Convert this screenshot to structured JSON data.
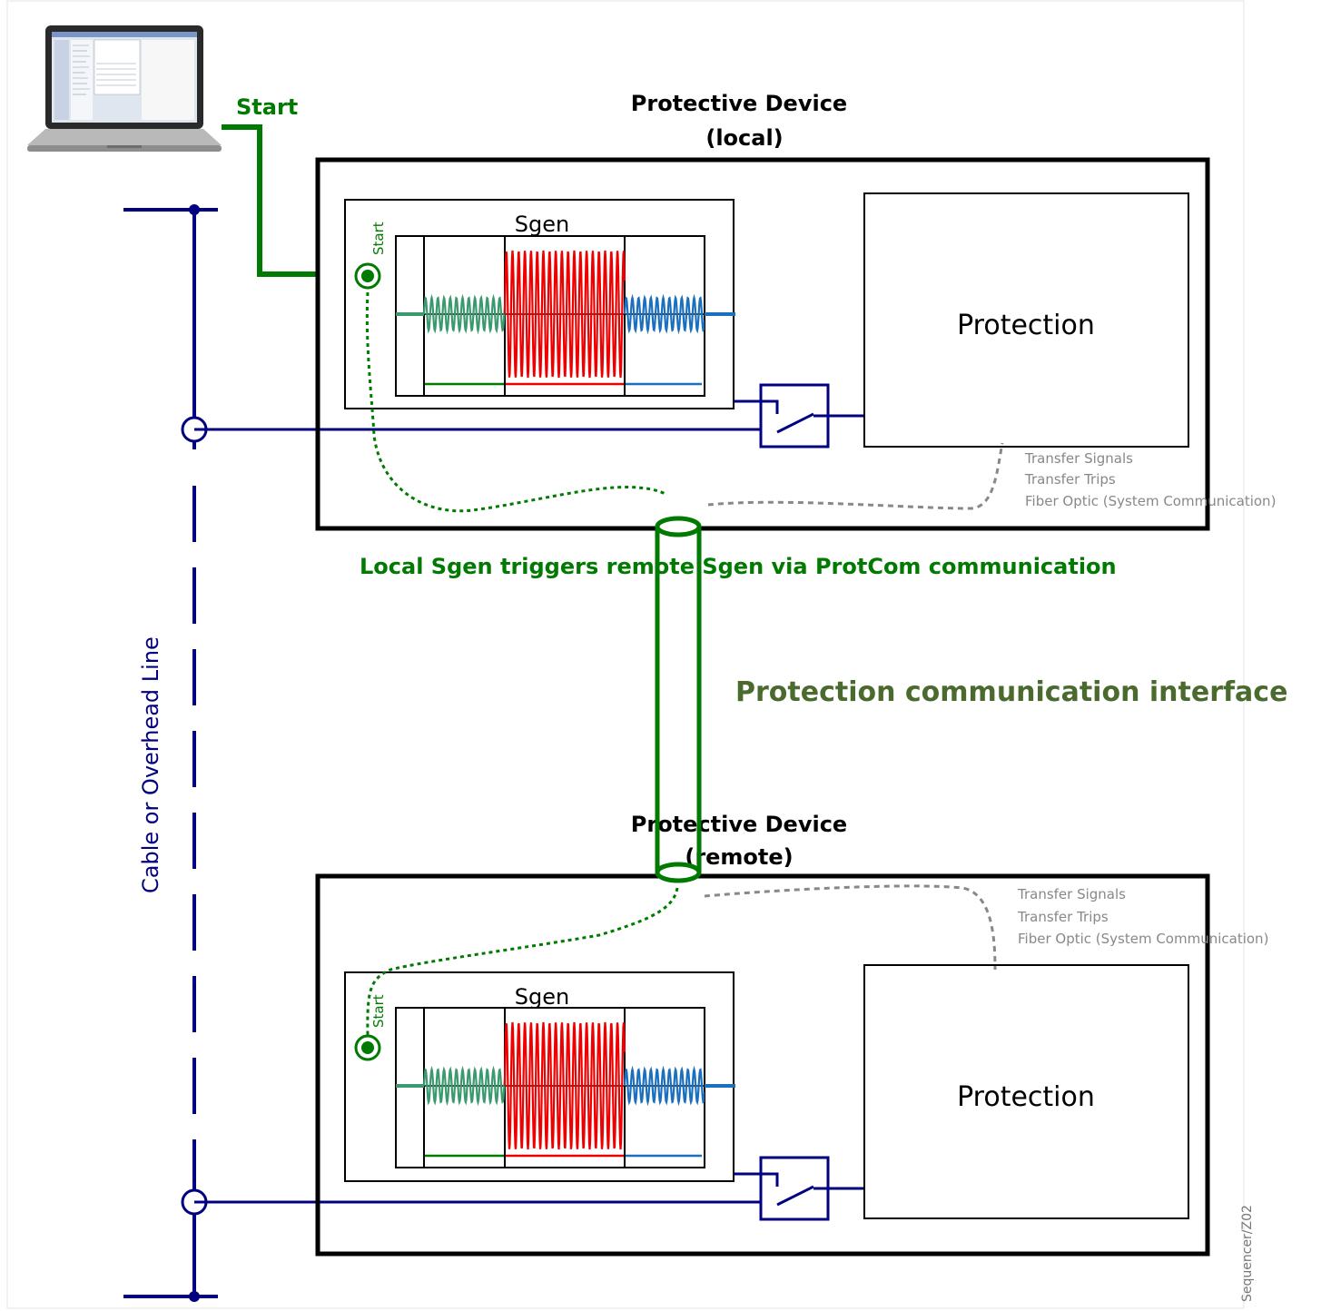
{
  "laptop": {
    "start_label": "Start"
  },
  "local_device": {
    "title_line1": "Protective Device",
    "title_line2": "(local)",
    "sgen_label": "Sgen",
    "start_label": "Start",
    "protection_label": "Protection",
    "transfer": [
      "Transfer Signals",
      "Transfer Trips",
      "Fiber Optic (System Communication)"
    ]
  },
  "remote_device": {
    "title_line1": "Protective Device",
    "title_line2": "(remote)",
    "sgen_label": "Sgen",
    "start_label": "Start",
    "protection_label": "Protection",
    "transfer": [
      "Transfer Signals",
      "Transfer Trips",
      "Fiber Optic (System Communication)"
    ]
  },
  "trigger_note": "Local Sgen triggers remote Sgen via ProtCom communication",
  "interface_label": "Protection communication interface",
  "line_label": "Cable or Overhead Line",
  "figure_id": "Sequencer/Z02",
  "colors": {
    "green": "#007a00",
    "navy": "#000080",
    "olive": "#4b6a2e",
    "red": "#ee0000",
    "teal": "#3a9a6e",
    "blue": "#1a6fbf",
    "gray": "#888888"
  }
}
